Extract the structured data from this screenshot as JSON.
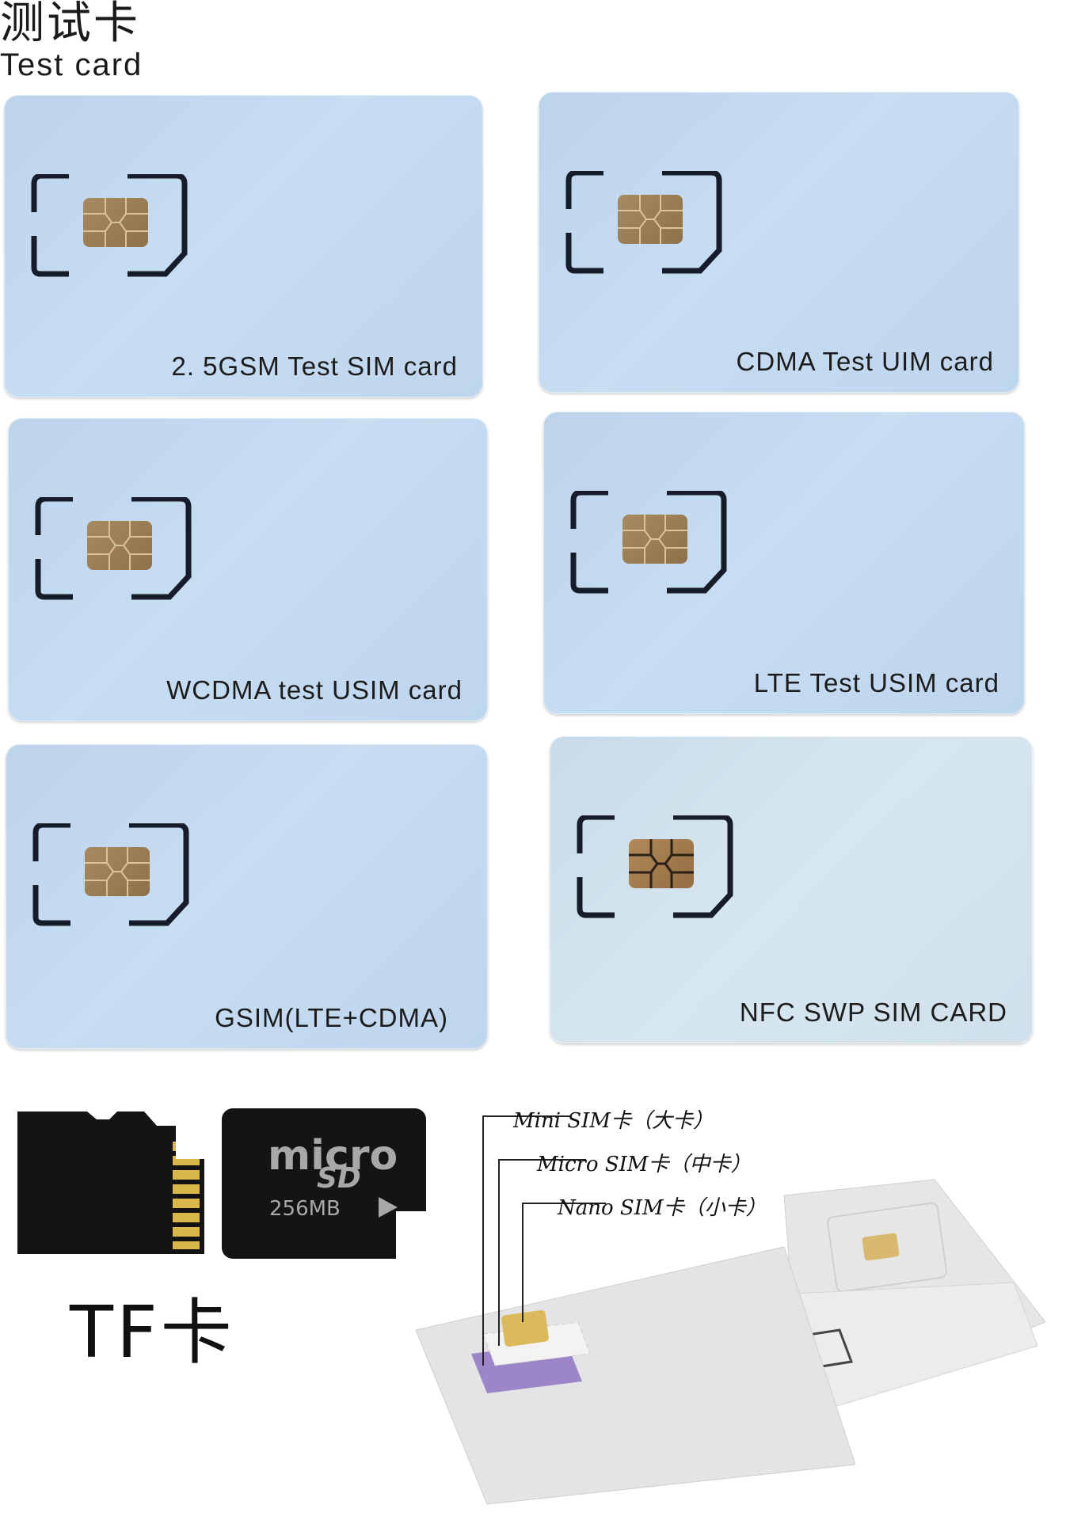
{
  "header": {
    "title_cn": "测试卡",
    "title_en": "Test card"
  },
  "cards": [
    {
      "label": "2. 5GSM  Test  SIM  card"
    },
    {
      "label": "CDMA Test UIM card"
    },
    {
      "label": "WCDMA test USIM card"
    },
    {
      "label": "LTE Test USIM card"
    },
    {
      "label": "GSIM(LTE+CDMA)"
    },
    {
      "label": "NFC SWP SIM CARD"
    }
  ],
  "tf_section": {
    "caption": "TF卡",
    "micro_logo_top": "micro",
    "micro_logo_bottom": "SD",
    "capacity": "256MB"
  },
  "sim_sizes": {
    "mini": "Mini SIM卡（大卡）",
    "micro": "Micro SIM卡（中卡）",
    "nano": "Nano SIM卡（小卡）"
  },
  "colors": {
    "card_blue": "#c2d8ef",
    "chip_gold": "#9c7f56",
    "tf_black": "#141414"
  }
}
